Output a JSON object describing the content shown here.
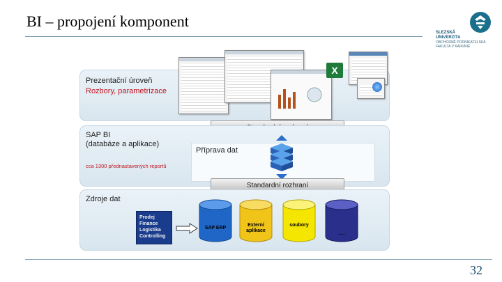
{
  "slide": {
    "title": "BI – propojení komponent",
    "page_number": "32"
  },
  "logo": {
    "line1": "SLEZSKÁ",
    "line2": "UNIVERZITA",
    "sub": "OBCHODNĚ PODNIKATELSKÁ FAKULTA V KARVINÉ"
  },
  "layers": {
    "presentation": {
      "label": "Prezentační úroveň",
      "sub": "Rozbory, parametrizace"
    },
    "sapbi": {
      "label_line1": "SAP BI",
      "label_line2": "(databáze a aplikace)",
      "note": "cca 1300 přednastavených reportů"
    },
    "sources": {
      "label": "Zdroje dat"
    }
  },
  "interfaces": {
    "top": "Standardní rozhraní",
    "bottom": "Standardní rozhraní"
  },
  "prep": {
    "label": "Příprava dat"
  },
  "source_box": {
    "items": [
      "Prodej",
      "Finance",
      "Logistika",
      "Controlling"
    ]
  },
  "datastores": [
    {
      "label": "SAP ERP",
      "color": "#1f66c6"
    },
    {
      "label": "Externí aplikace",
      "color": "#f0c419"
    },
    {
      "label": "soubory",
      "color": "#f4e600"
    },
    {
      "label": "….",
      "color": "#2a2f8c"
    }
  ],
  "colors": {
    "accent_red": "#c0141e",
    "rule": "#7a9bb0",
    "logo": "#1a5a7a"
  }
}
